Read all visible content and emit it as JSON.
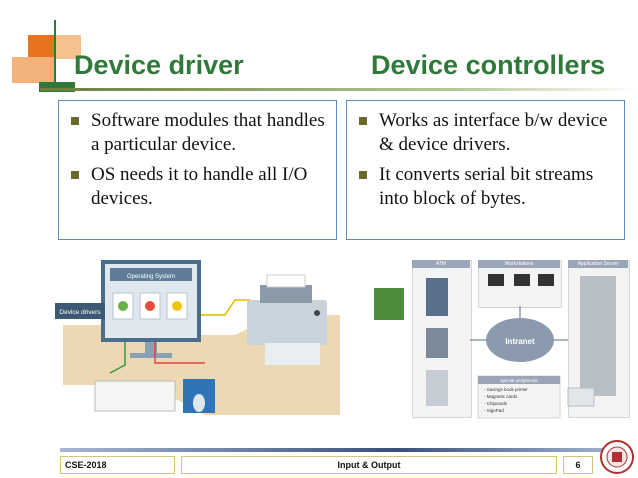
{
  "slide": {
    "title_left": "Device driver",
    "title_right": "Device controllers",
    "left_box": {
      "bullets": [
        "Software modules that handles a particular device.",
        "OS needs it to handle all I/O devices."
      ]
    },
    "right_box": {
      "bullets": [
        "Works as interface b/w device & device drivers.",
        "It converts serial bit streams into block of bytes."
      ]
    }
  },
  "diagram_left": {
    "monitor_title": "Operating System",
    "callout": "Device drivers"
  },
  "diagram_right": {
    "atm_label": "ATM",
    "workstations_label": "Workstations",
    "app_server_label": "Application Server",
    "intranet_label": "Intranet",
    "special_label": "special peripherals",
    "peripherals": [
      "- Savings book printer",
      "- Magnetic cards",
      "- Chipcards",
      "- SignPad"
    ]
  },
  "footer": {
    "course": "CSE-2018",
    "topic": "Input & Output",
    "page": "6"
  },
  "colors": {
    "title_green": "#2f7a3a",
    "box_border": "#5a8ac0",
    "logo_orange": "#e8731e",
    "footer_border": "#d2c777"
  }
}
